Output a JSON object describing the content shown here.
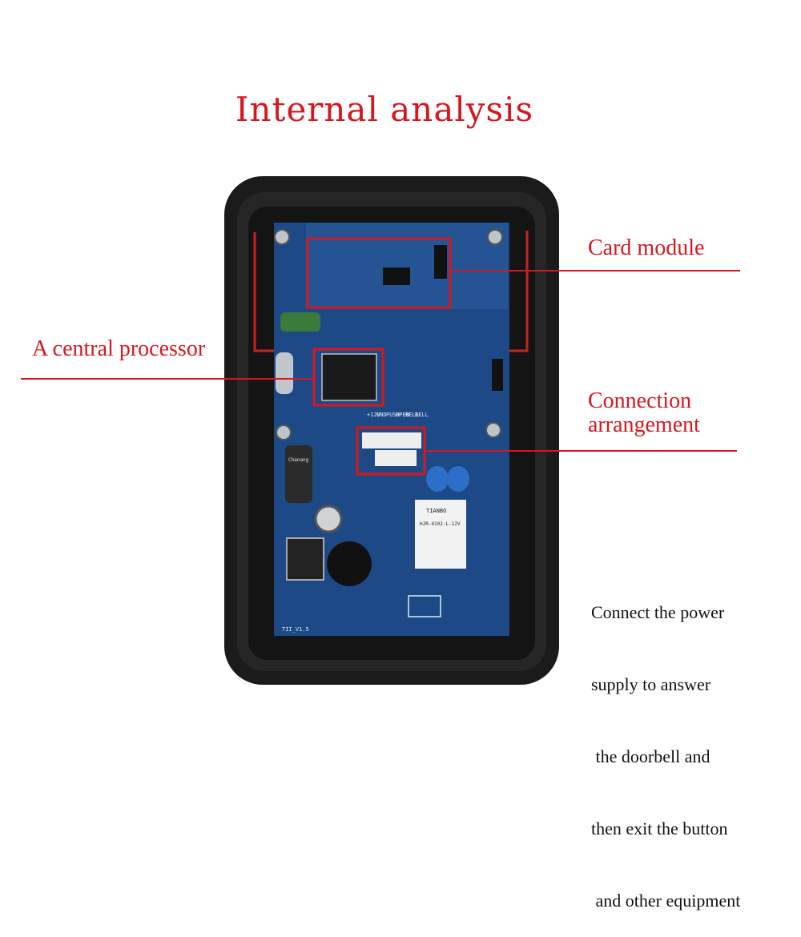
{
  "title": "Internal analysis",
  "labels": {
    "card_module": "Card module",
    "central_processor": "A central processor",
    "connection_line1": "Connection",
    "connection_line2": "arrangement"
  },
  "note_lines": [
    "Connect the power",
    "supply to answer",
    " the doorbell and",
    "then exit the button",
    " and other equipment"
  ],
  "board": {
    "version": "TII_V1.5",
    "relay_brand": "TIANBO",
    "relay_model": "HJR-4102-L-12V",
    "capacitor_brand": "Chanang",
    "terminal_labels": [
      "+12V",
      "GND",
      "PUSH",
      "OPEN",
      "BELL",
      "BELL"
    ]
  },
  "colors": {
    "accent": "#d9161e",
    "pcb": "#1d4a86",
    "housing": "#1b1b1b"
  }
}
